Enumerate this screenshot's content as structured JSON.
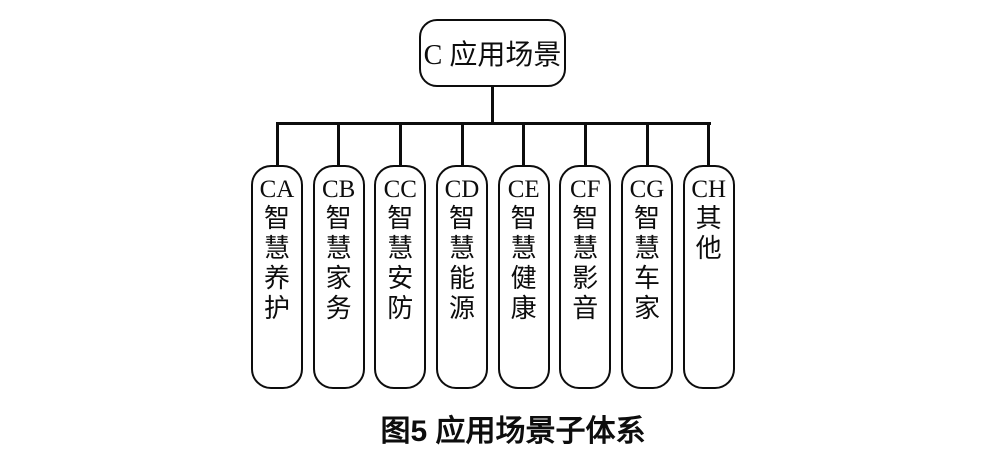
{
  "diagram": {
    "root": {
      "label": "C 应用场景"
    },
    "children": [
      {
        "code": "CA",
        "name": "智慧养护"
      },
      {
        "code": "CB",
        "name": "智慧家务"
      },
      {
        "code": "CC",
        "name": "智慧安防"
      },
      {
        "code": "CD",
        "name": "智慧能源"
      },
      {
        "code": "CE",
        "name": "智慧健康"
      },
      {
        "code": "CF",
        "name": "智慧影音"
      },
      {
        "code": "CG",
        "name": "智慧车家"
      },
      {
        "code": "CH",
        "name": "其他"
      }
    ],
    "caption": "图5 应用场景子体系",
    "colors": {
      "line": "#0d0d0d",
      "text": "#0d0d0d",
      "background": "#ffffff"
    }
  }
}
